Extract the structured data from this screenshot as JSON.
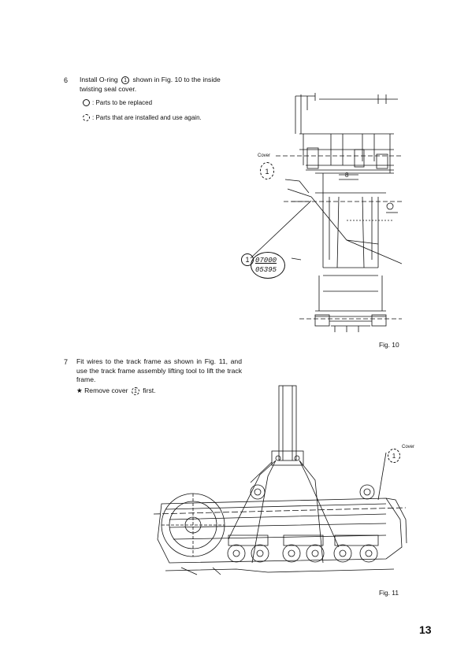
{
  "step6": {
    "number": "6",
    "text_before": "Install O-ring",
    "ring_ref": "1",
    "text_after": "shown in Fig. 10 to the inside twisting seal cover.",
    "legend_replace": ": Parts to be replaced",
    "legend_reuse": ": Parts that are installed and use again."
  },
  "step7": {
    "number": "7",
    "text": "Fit wires to the track frame as shown in Fig. 11, and use the track frame assembly lifting tool to lift the track frame.",
    "note_prefix": "★ Remove cover",
    "note_ref": "1",
    "note_suffix": "first."
  },
  "fig10": {
    "caption": "Fig. 10",
    "cover_label": "Cover",
    "cover_ref": "1",
    "callout_ref": "1",
    "part_no_1": "07000",
    "part_no_2": "05395",
    "dim_label": "8"
  },
  "fig11": {
    "caption": "Fig. 11",
    "cover_label": "Cover",
    "cover_ref": "1"
  },
  "page_number": "13"
}
